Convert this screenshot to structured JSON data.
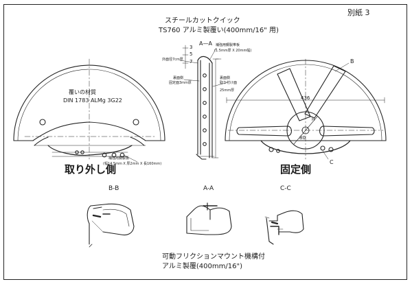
{
  "sheet_label": "別紙 3",
  "title_line1": "スチールカットクイック",
  "title_line2": "TS760 アルミ製覆い(400mm/16\" 用)",
  "left_view": {
    "caption": "取り外し側",
    "material_label": "覆いの材質",
    "material_spec": "DIN 1783 ALMg 3G22",
    "plate_note": "補強用鋼製板",
    "plate_dims": "(幅14.5mm X 厚2mm X 長160mm)"
  },
  "right_view": {
    "caption": "固定側",
    "dim_width": "436",
    "dim_hub": "80",
    "label_b": "B",
    "label_c": "C",
    "label_h": "H"
  },
  "section_aa_detail": {
    "label": "A—A",
    "top_note": "補強用鋼製帯板",
    "top_note_dims": "(1.5mm厚 X 20mm幅)",
    "outer_dim": "外面径7cm厚",
    "inner_dim1": "裏面側",
    "inner_dim2": "固定面3mm厚",
    "right_note1": "裏面側",
    "right_note2": "取り付け面",
    "right_dim": "25mm厚",
    "dim_3": "3",
    "dim_5": "5",
    "dim_7": "7"
  },
  "sections": {
    "bb": "B-B",
    "aa": "A-A",
    "cc": "C-C"
  },
  "bottom_line1": "可動フリクションマウント機構付",
  "bottom_line2": "アルミ製覆(400mm/16\")"
}
